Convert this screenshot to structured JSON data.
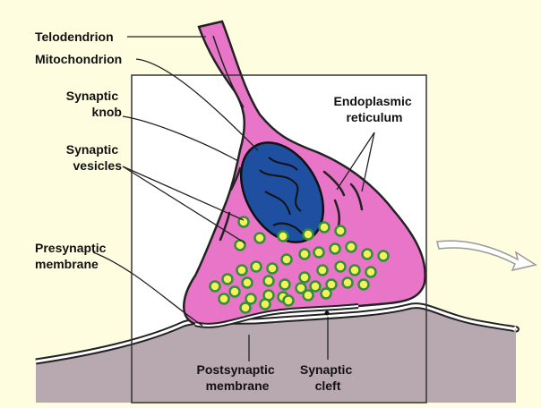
{
  "labels": {
    "telodendrion": "Telodendrion",
    "mitochondrion": "Mitochondrion",
    "synaptic_knob": [
      "Synaptic",
      "knob"
    ],
    "synaptic_vesicles": [
      "Synaptic",
      "vesicles"
    ],
    "endoplasmic_reticulum": [
      "Endoplasmic",
      "reticulum"
    ],
    "presynaptic_membrane": [
      "Presynaptic",
      "membrane"
    ],
    "postsynaptic_membrane": [
      "Postsynaptic",
      "membrane"
    ],
    "synaptic_cleft": [
      "Synaptic",
      "cleft"
    ]
  },
  "colors": {
    "background": "#fffde0",
    "panel": "#ffffff",
    "knob": "#e875c8",
    "mitochondrion": "#1f4fa0",
    "vesicle_core": "#f4f25a",
    "vesicle_ring": "#2f8f3a",
    "postsynaptic_tissue": "#b8a8b0"
  }
}
